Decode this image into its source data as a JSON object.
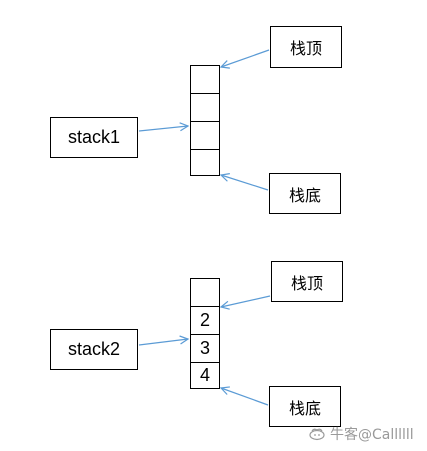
{
  "diagram1": {
    "stack_label": "stack1",
    "cells": [
      "",
      "",
      "",
      ""
    ],
    "top_label": "栈顶",
    "bottom_label": "栈底"
  },
  "diagram2": {
    "stack_label": "stack2",
    "cells": [
      "",
      "2",
      "3",
      "4"
    ],
    "top_label": "栈顶",
    "bottom_label": "栈底"
  },
  "watermark": {
    "text": "牛客@Callllll",
    "icon": "nowcoder-logo-icon"
  },
  "colors": {
    "arrow": "#5b9bd5",
    "border": "#000000",
    "watermark": "#9a9a9a"
  }
}
